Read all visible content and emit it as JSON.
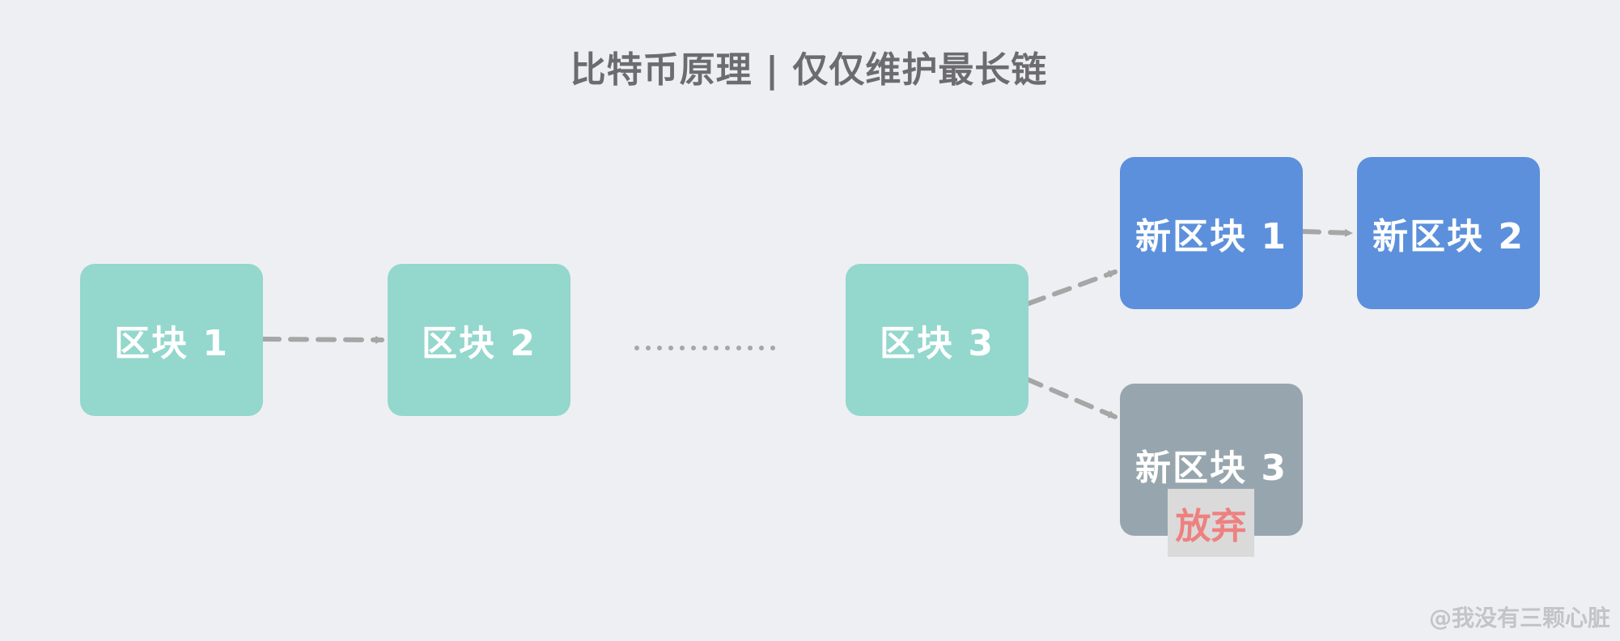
{
  "title": "比特币原理 | 仅仅维护最长链",
  "blocks": {
    "block1": "区块 1",
    "block2": "区块 2",
    "block3": "区块 3",
    "new_block1": "新区块 1",
    "new_block2": "新区块 2",
    "new_block3": "新区块 3"
  },
  "abandon_label": "放弃",
  "ellipsis": "…………",
  "credit": "@我没有三颗心脏",
  "colors": {
    "background": "#eeeff3",
    "main_chain_block": "#93d7cd",
    "new_chain_block": "#5c90dc",
    "abandoned_block": "#97a6ae",
    "abandon_text": "#ef8080",
    "arrow": "#a6a6a6"
  }
}
